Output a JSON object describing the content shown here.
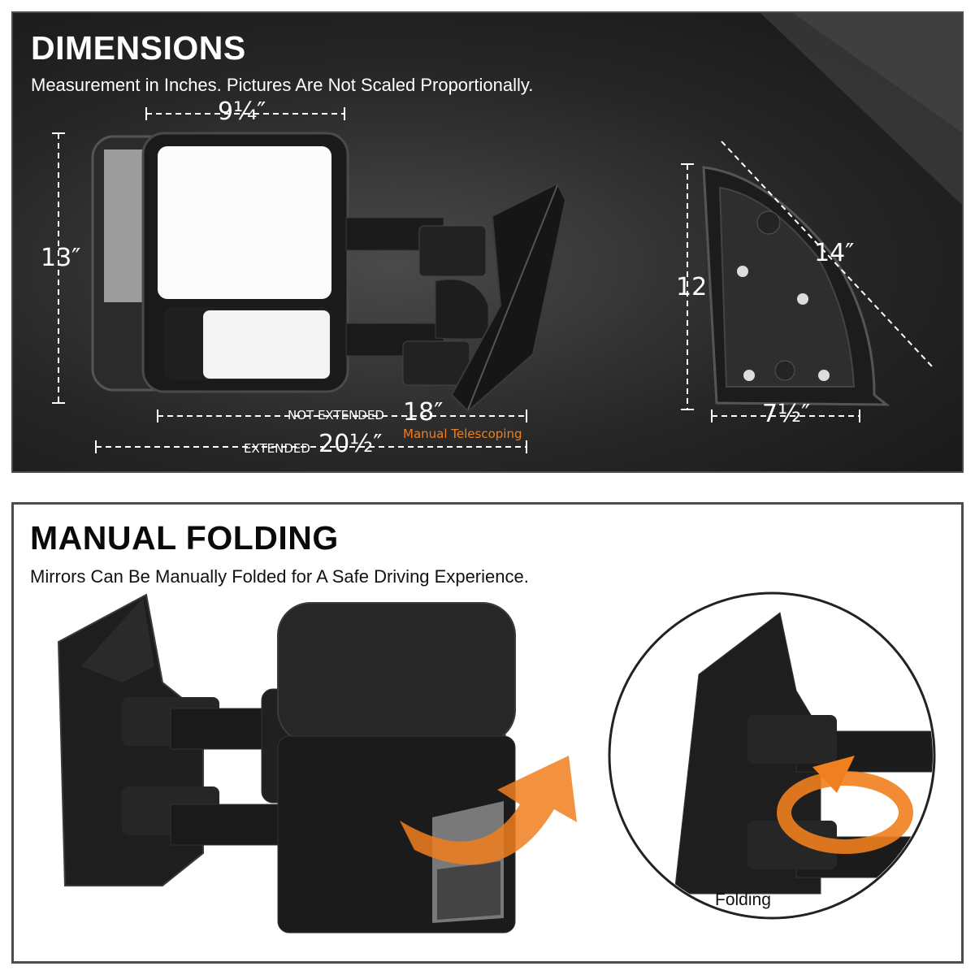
{
  "dimensions": {
    "title": "DIMENSIONS",
    "subtitle": "Measurement in Inches. Pictures Are Not Scaled Proportionally.",
    "width_top": "9¼″",
    "height_left": "13″",
    "not_extended_label": "NOT EXTENDED",
    "not_extended_value": "18″",
    "telescoping_note": "Manual Telescoping",
    "extended_label": "EXTENDED",
    "extended_value": "20½″",
    "side_diagonal": "14″",
    "side_height": "12",
    "side_depth": "7½″"
  },
  "folding": {
    "title": "MANUAL FOLDING",
    "subtitle": "Mirrors Can Be Manually Folded for A Safe Driving Experience.",
    "inset_label": "Folding"
  },
  "colors": {
    "accent_orange": "#f07f1f",
    "panel_border": "#4a4d50",
    "dark_bg": "#262626"
  }
}
